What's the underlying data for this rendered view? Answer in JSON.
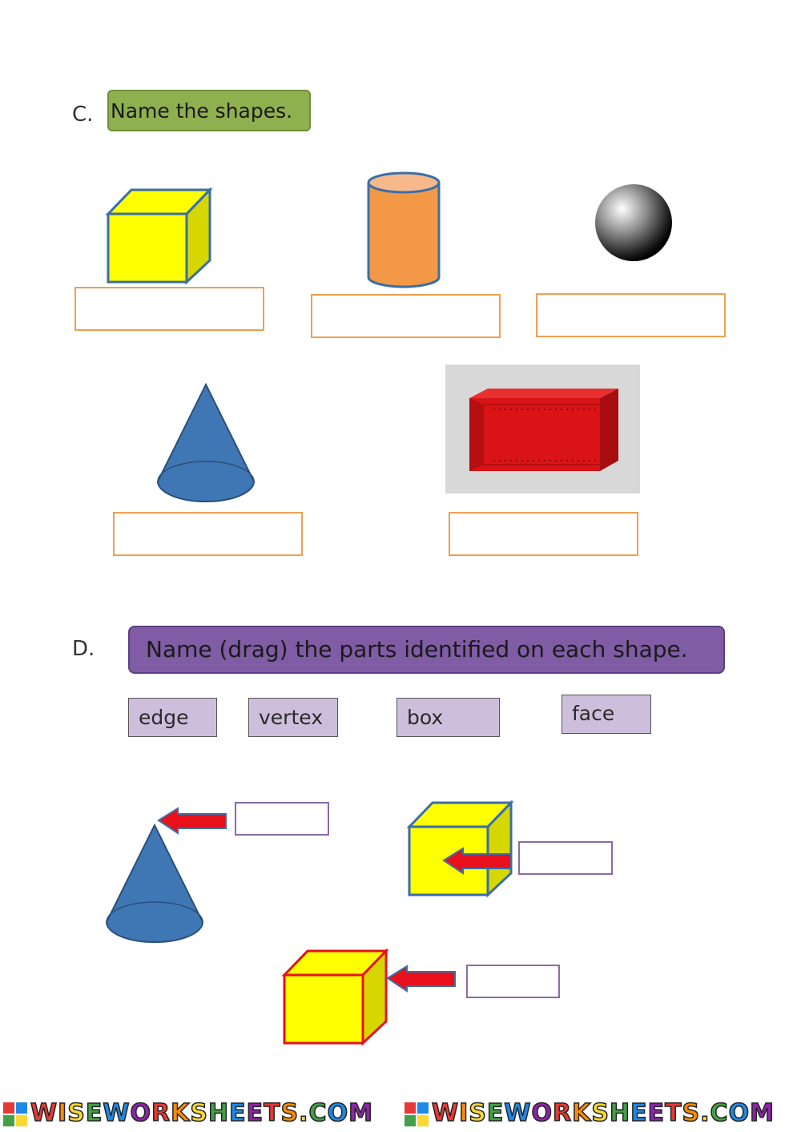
{
  "section_c": {
    "letter": "C.",
    "title": "Name the shapes."
  },
  "section_d": {
    "letter": "D.",
    "title": "Name (drag) the parts identified on each shape.",
    "word_bank": [
      "edge",
      "vertex",
      "box",
      "face"
    ]
  },
  "watermark": {
    "text": "WISEWORKSHEETS.COM",
    "letter_colors": [
      "#e53935",
      "#fb8c00",
      "#fdd835",
      "#43a047",
      "#1e88e5",
      "#8e24aa"
    ]
  },
  "colors": {
    "green_banner": "#8fb04e",
    "purple_banner": "#7f5ca4",
    "answer_orange": "#f0a050",
    "answer_purple": "#8b6aaa",
    "word_chip": "#cdbfdc",
    "cube_yellow": "#ffff00",
    "cylinder_orange": "#f39847",
    "cone_blue": "#3f77b4",
    "prism_red": "#d91316",
    "arrow_red": "#e8101a"
  },
  "icons": [
    "cube-icon",
    "cylinder-icon",
    "sphere-icon",
    "cone-icon",
    "rectangular-prism-icon",
    "arrow-left-icon"
  ]
}
